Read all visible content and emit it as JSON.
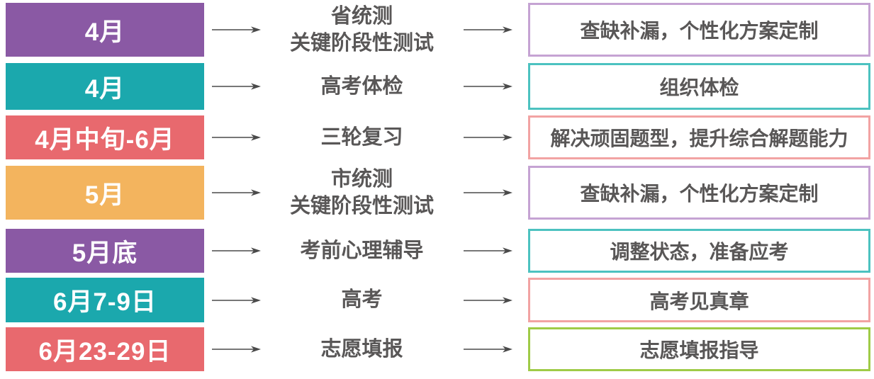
{
  "palette": {
    "box_purple": "#8A59A4",
    "box_teal": "#1BA8AD",
    "box_coral": "#E8696E",
    "box_orange": "#F3B45E",
    "border_light_purple": "#C5A3D3",
    "border_teal": "#4CC2C0",
    "border_pink": "#F2A3A3",
    "border_green": "#9FCB47",
    "date_text": "#FFFFFF",
    "body_text": "#595757",
    "arrow": "#4A4A4A",
    "background": "#FFFFFF"
  },
  "timeline": {
    "rows": [
      {
        "date": "4月",
        "date_color": "box_purple",
        "event_lines": [
          "省统测",
          "关键阶段性测试"
        ],
        "result": "查缺补漏，个性化方案定制",
        "result_border": "border_light_purple"
      },
      {
        "date": "4月",
        "date_color": "box_teal",
        "event_lines": [
          "高考体检"
        ],
        "result": "组织体检",
        "result_border": "border_teal"
      },
      {
        "date": "4月中旬-6月",
        "date_color": "box_coral",
        "event_lines": [
          "三轮复习"
        ],
        "result": "解决顽固题型，提升综合解题能力",
        "result_border": "border_pink"
      },
      {
        "date": "5月",
        "date_color": "box_orange",
        "event_lines": [
          "市统测",
          "关键阶段性测试"
        ],
        "result": "查缺补漏，个性化方案定制",
        "result_border": "border_light_purple"
      },
      {
        "date": "5月底",
        "date_color": "box_purple",
        "event_lines": [
          "考前心理辅导"
        ],
        "result": "调整状态，准备应考",
        "result_border": "border_teal"
      },
      {
        "date": "6月7-9日",
        "date_color": "box_teal",
        "event_lines": [
          "高考"
        ],
        "result": "高考见真章",
        "result_border": "border_pink"
      },
      {
        "date": "6月23-29日",
        "date_color": "box_coral",
        "event_lines": [
          "志愿填报"
        ],
        "result": "志愿填报指导",
        "result_border": "border_green"
      }
    ]
  }
}
